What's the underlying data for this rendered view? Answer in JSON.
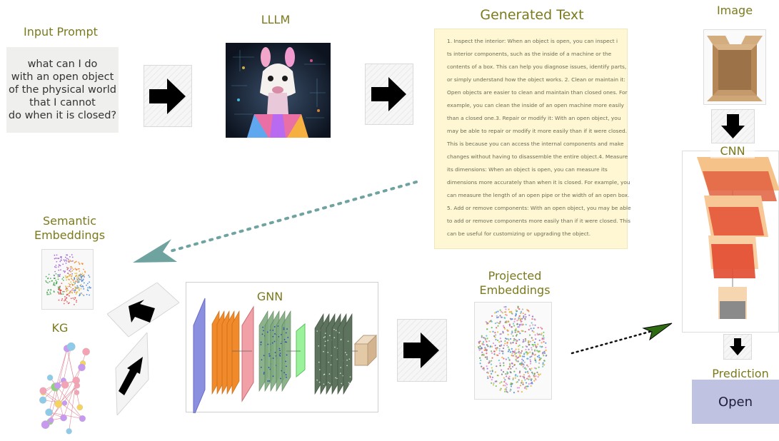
{
  "labels": {
    "input_prompt": "Input Prompt",
    "lllm": "LLLM",
    "generated_text": "Generated Text",
    "image": "Image",
    "cnn": "CNN",
    "semantic_embeddings_line1": "Semantic",
    "semantic_embeddings_line2": "Embeddings",
    "kg": "KG",
    "gnn": "GNN",
    "projected_embeddings_line1": "Projected",
    "projected_embeddings_line2": "Embeddings",
    "prediction": "Prediction"
  },
  "prompt_text": "what can I do\nwith an open object\nof the physical world\nthat I cannot\ndo when it is closed?",
  "generated_text_lines": [
    "1. Inspect the interior: When an object is open, you can inspect i",
    "ts interior components, such as the inside of a machine or the",
    "contents of a box. This can help you diagnose issues, identify parts,",
    " or simply understand how the object works. 2. Clean or maintain it:",
    "Open objects are easier to clean and maintain than closed ones. For",
    "example, you can clean the inside of an open  machine more easily",
    "than a closed one.3. Repair or modify it:  With an open object, you",
    "may be able to repair or modify it more easily  than if it were closed.",
    "This is because you can access the internal components and make",
    "changes without having to disassemble the entire object.4. Measure",
    "its dimensions: When an object is open, you can measure its",
    "dimensions more accurately than when it is closed. For example, you",
    "can measure the length of an open pipe or the width of an open box.",
    "5. Add or remove components: With an open object, you may be able",
    "to add or remove components more easily than if it were closed. This",
    "can be useful for customizing or upgrading the object."
  ],
  "prediction_value": "Open",
  "colors": {
    "label_olive": "#7b7a1c",
    "dotted_teal": "#6fa3a0",
    "prediction_bg": "#c0c2e2",
    "text_bg": "#fff7d4"
  },
  "icons": [
    "arrow-right-icon",
    "arrow-down-icon",
    "arrow-up-right-icon",
    "llama-image",
    "open-box-image"
  ]
}
